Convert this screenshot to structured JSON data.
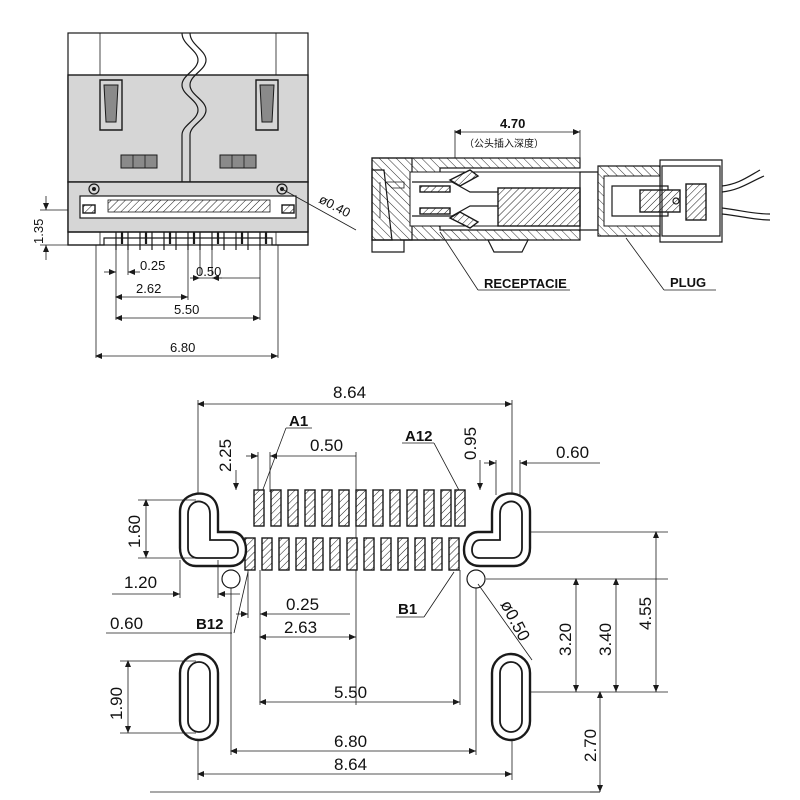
{
  "front_view": {
    "dim_height": "1.35",
    "dim_pitch": "0.25",
    "dim_pitch2": "0.50",
    "dim_offset": "2.62",
    "dim_span": "5.50",
    "dim_width": "6.80",
    "dim_hole": "ø0.40"
  },
  "section_view": {
    "dim_depth": "4.70",
    "dim_depth_note": "（公头插入深度）",
    "label_receptacle": "RECEPTACIE",
    "label_plug": "PLUG"
  },
  "footprint": {
    "dim_total_width_top": "8.64",
    "dim_total_width_bottom": "8.64",
    "dim_inner_width": "6.80",
    "dim_pad_span": "5.50",
    "dim_row_pitch": "0.50",
    "dim_half_pitch": "0.25",
    "dim_offset": "2.63",
    "dim_2_25": "2.25",
    "dim_0_95": "0.95",
    "dim_0_60_top": "0.60",
    "dim_0_60_left": "0.60",
    "dim_1_60": "1.60",
    "dim_1_20": "1.20",
    "dim_1_90": "1.90",
    "dim_3_20": "3.20",
    "dim_3_40": "3.40",
    "dim_4_55": "4.55",
    "dim_2_70": "2.70",
    "dim_hole": "ø0.50",
    "label_a1": "A1",
    "label_a12": "A12",
    "label_b1": "B1",
    "label_b12": "B12"
  }
}
